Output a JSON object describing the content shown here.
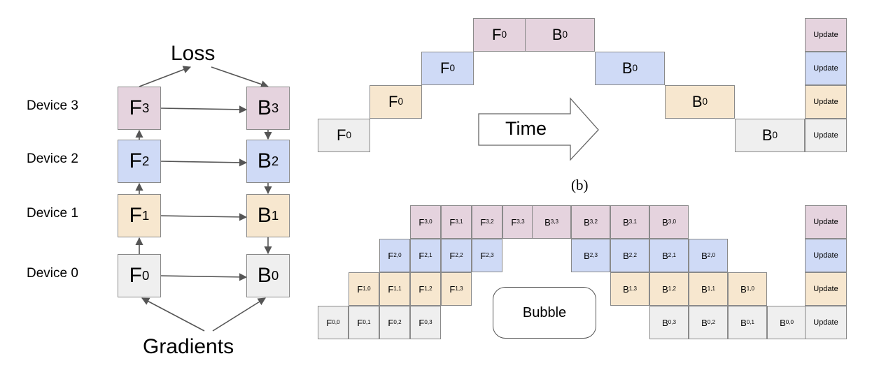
{
  "colors": {
    "device_0": "#efefef",
    "device_1": "#f7e7cf",
    "device_2": "#cfdaf6",
    "device_3": "#e5d3de",
    "border": "#8a8a8a",
    "arrow": "#555555"
  },
  "left_diagram": {
    "top_label": "Loss",
    "bottom_label": "Gradients",
    "devices": [
      {
        "label": "Device 3",
        "forward": {
          "main": "F",
          "sub": "3"
        },
        "backward": {
          "main": "B",
          "sub": "3"
        }
      },
      {
        "label": "Device 2",
        "forward": {
          "main": "F",
          "sub": "2"
        },
        "backward": {
          "main": "B",
          "sub": "2"
        }
      },
      {
        "label": "Device 1",
        "forward": {
          "main": "F",
          "sub": "1"
        },
        "backward": {
          "main": "B",
          "sub": "1"
        }
      },
      {
        "label": "Device 0",
        "forward": {
          "main": "F",
          "sub": "0"
        },
        "backward": {
          "main": "B",
          "sub": "0"
        }
      }
    ]
  },
  "naive_schedule": {
    "caption": "(b)",
    "time_label": "Time",
    "update_label": "Update",
    "forward": {
      "main": "F",
      "sub": "0"
    },
    "backward": {
      "main": "B",
      "sub": "0"
    }
  },
  "pipeline_schedule": {
    "bubble_label": "Bubble",
    "update_label": "Update",
    "rows": [
      {
        "forward": [
          "3,0",
          "3,1",
          "3,2",
          "3,3"
        ],
        "backward": [
          "3,3",
          "3,2",
          "3,1",
          "3,0"
        ]
      },
      {
        "forward": [
          "2,0",
          "2,1",
          "2,2",
          "2,3"
        ],
        "backward": [
          "2,3",
          "2,2",
          "2,1",
          "2,0"
        ]
      },
      {
        "forward": [
          "1,0",
          "1,1",
          "1,2",
          "1,3"
        ],
        "backward": [
          "1,3",
          "1,2",
          "1,1",
          "1,0"
        ]
      },
      {
        "forward": [
          "0,0",
          "0,1",
          "0,2",
          "0,3"
        ],
        "backward": [
          "0,3",
          "0,2",
          "0,1",
          "0,0"
        ]
      }
    ]
  }
}
